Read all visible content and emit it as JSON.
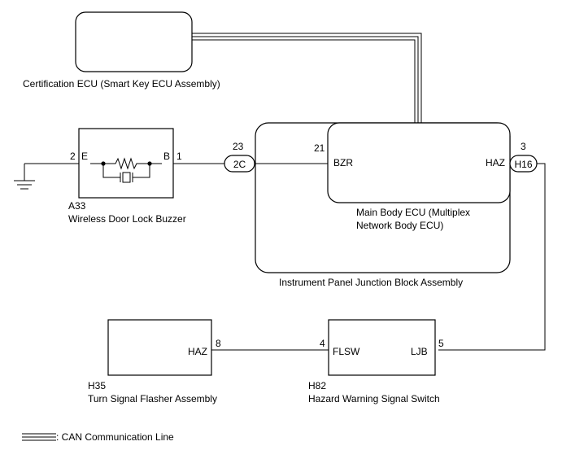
{
  "components": {
    "certification_ecu": {
      "label": "Certification ECU (Smart Key ECU Assembly)"
    },
    "buzzer": {
      "code": "A33",
      "label": "Wireless Door Lock Buzzer",
      "pin_e_num": "2",
      "pin_e_name": "E",
      "pin_b_num": "1",
      "pin_b_name": "B"
    },
    "junction_block": {
      "label": "Instrument Panel Junction Block Assembly"
    },
    "main_body_ecu": {
      "label_line1": "Main Body ECU (Multiplex",
      "label_line2": "Network Body ECU)",
      "pin_bzr_num": "21",
      "pin_bzr_name": "BZR",
      "pin_haz_name": "HAZ"
    },
    "connector_2c": {
      "label": "2C",
      "pin": "23"
    },
    "connector_h16": {
      "label": "H16",
      "pin": "3"
    },
    "flasher": {
      "code": "H35",
      "label": "Turn Signal Flasher Assembly",
      "pin_haz_num": "8",
      "pin_haz_name": "HAZ"
    },
    "hazard_switch": {
      "code": "H82",
      "label": "Hazard Warning Signal Switch",
      "pin_flsw_num": "4",
      "pin_flsw_name": "FLSW",
      "pin_ljb_num": "5",
      "pin_ljb_name": "LJB"
    }
  },
  "legend": {
    "can_label": ": CAN Communication Line"
  }
}
